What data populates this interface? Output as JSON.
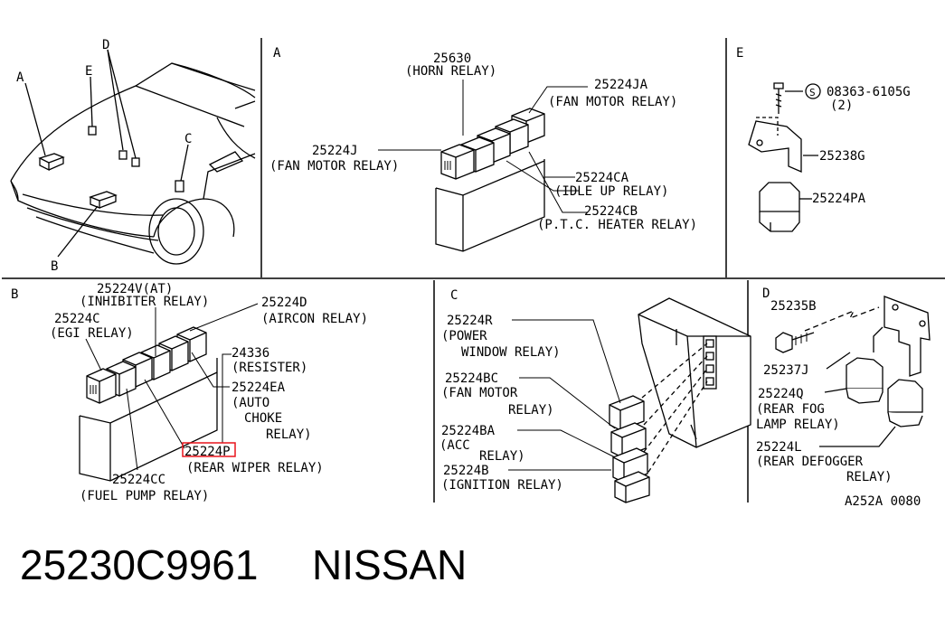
{
  "panels": {
    "overview": {
      "labels": [
        "A",
        "B",
        "C",
        "D",
        "E"
      ]
    },
    "A": {
      "letter": "A",
      "horn_code": "25630",
      "horn_desc": "(HORN RELAY)",
      "fanja_code": "25224JA",
      "fanja_desc": "(FAN MOTOR RELAY)",
      "fanj_code": "25224J",
      "fanj_desc": "(FAN MOTOR RELAY)",
      "ca_code": "25224CA",
      "ca_desc": "(IDLE UP RELAY)",
      "cb_code": "25224CB",
      "cb_desc": "(P.T.C. HEATER RELAY)"
    },
    "E": {
      "letter": "E",
      "bolt_code": "08363-6105G",
      "bolt_qty": "(2)",
      "bolt_symbol": "S",
      "bracket_code": "25238G",
      "relay_code": "25224PA"
    },
    "B": {
      "letter": "B",
      "v_code": "25224V(AT)",
      "v_desc": "(INHIBITER RELAY)",
      "d_code": "25224D",
      "d_desc": "(AIRCON RELAY)",
      "c_code": "25224C",
      "c_desc": "(EGI RELAY)",
      "res_code": "24336",
      "res_desc": "(RESISTER)",
      "ea_code": "25224EA",
      "ea_desc1": "(AUTO",
      "ea_desc2": "CHOKE",
      "ea_desc3": "RELAY)",
      "p_code": "25224P",
      "p_desc": "(REAR WIPER RELAY)",
      "cc_code": "25224CC",
      "cc_desc": "(FUEL PUMP RELAY)"
    },
    "C": {
      "letter": "C",
      "r_code": "25224R",
      "r_desc1": "(POWER",
      "r_desc2": "WINDOW RELAY)",
      "bc_code": "25224BC",
      "bc_desc1": "(FAN MOTOR",
      "bc_desc2": "RELAY)",
      "ba_code": "25224BA",
      "ba_desc1": "(ACC",
      "ba_desc2": "RELAY)",
      "b_code": "25224B",
      "b_desc": "(IGNITION RELAY)"
    },
    "D": {
      "letter": "D",
      "bolt_code": "25235B",
      "bracket_code": "25237J",
      "q_code": "25224Q",
      "q_desc1": "(REAR FOG",
      "q_desc2": "LAMP RELAY)",
      "l_code": "25224L",
      "l_desc1": "(REAR DEFOGGER",
      "l_desc2": "RELAY)"
    }
  },
  "drawing_id": "A252A 0080",
  "highlight_color": "#e8141c",
  "footer": {
    "part_number": "25230C9961",
    "brand": "NISSAN"
  }
}
